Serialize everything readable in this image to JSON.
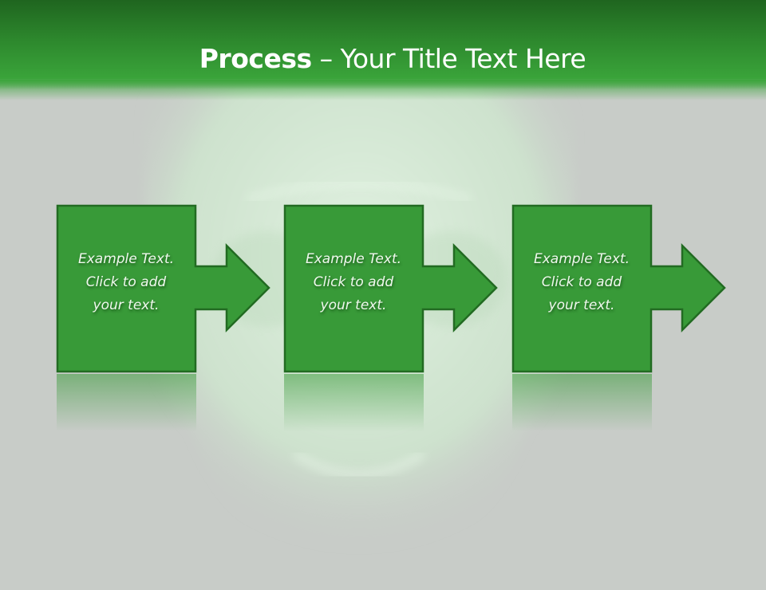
{
  "slide": {
    "title_bold": "Process",
    "title_rest": " – Your Title Text Here",
    "colors": {
      "header_top": "#1f651f",
      "header_bottom": "#3aa43a",
      "shape_fill": "#389a38",
      "shape_border": "#226b22",
      "background": "#c8ccc8",
      "text": "#f0f8ee"
    },
    "background_image": "skull-xray",
    "steps": [
      {
        "line1": "Example Text.",
        "line2": "Click  to add",
        "line3": "your text.",
        "icon": "arrow-right-icon"
      },
      {
        "line1": "Example Text.",
        "line2": "Click  to add",
        "line3": "your text.",
        "icon": "arrow-right-icon"
      },
      {
        "line1": "Example Text.",
        "line2": "Click  to add",
        "line3": "your text.",
        "icon": "arrow-right-icon"
      }
    ]
  }
}
